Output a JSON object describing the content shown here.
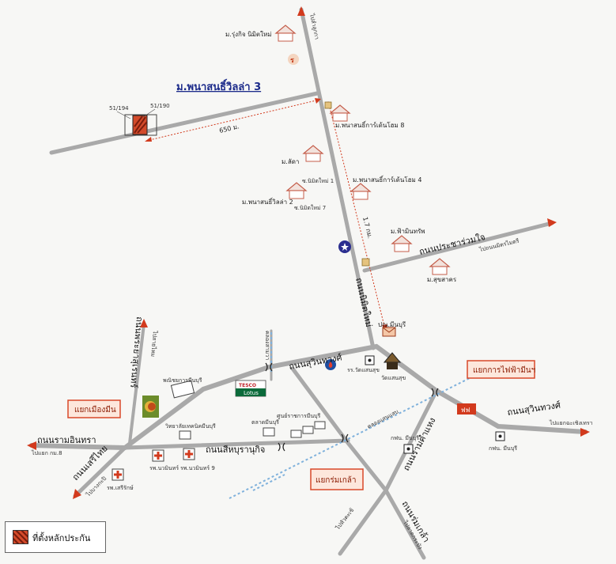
{
  "project": {
    "title": "ม.พนาสนธิ์วิลล่า 3",
    "plot_a": "51/194",
    "plot_b": "51/190",
    "dist_650": "650 ม.",
    "dist_17": "1.7 กม."
  },
  "villages": {
    "rungkit": "ม.รุ่งกิจ นิมิตใหม่",
    "panasonic_8": "ม.พนาสนธิ์การ์เด้นโฮม 8",
    "lada": "ม.ลัดา",
    "soi1": "ซ.นิมิตใหม่ 1",
    "panasonic_4": "ม.พนาสนธิ์การ์เด้นโฮม 4",
    "panasonic_villa2": "ม.พนาสนธิ์วิลล่า 2",
    "soi7": "ซ.นิมิตใหม่ 7",
    "fa_mintharo": "ม.ฟ้ามินทรัพ",
    "suksan": "ม.สุขสาคร"
  },
  "roads": {
    "nimit_mai": "ถนนนิมิตใหม่",
    "to_lamlukka": "ไปลำลูกกา",
    "pracharuammai": "ถนนประชาร่วมใจ",
    "to_nimit_mai_more": "ไปถนนมิตรไมตรี",
    "suwinthawong": "ถนนสุวินทวงศ์",
    "suwinthawong_2": "ถนนสุวินทวงศ์",
    "to_chachoengsao": "ไปแยกฉะเชิงเทรา",
    "ramindra": "ถนนรามอินทรา",
    "to_km8": "ไปแยก กม.8",
    "seri_thai": "ถนนเสรีไทย",
    "to_bangkapi": "ไปบางกะปิ",
    "sihaburanukit": "ถนนสีหบุรานุกิจ",
    "ram_khamhaeng": "ถนนรามคำแหง",
    "rom_klao": "ถนนร่มเกล้า",
    "to_lat_krabang": "ไปลาดกระบัง",
    "to_hua_mak": "ไปหัวตะเข้",
    "khlong_sam_wa": "คลองสามวา",
    "khlong_saen_saep": "คลองแสนแสบ",
    "phraya_suren": "ถนนพระยาสุเรนทร์",
    "to_sai_mai": "ไปสายไหม"
  },
  "landmarks": {
    "minburi_district": "ปณ.มีนบุรี",
    "wat_saensuk_school": "รร.วัดแสนสุข",
    "wat_saensuk": "วัดแสนสุข",
    "minburi_commerce": "พณิชยการมีนบุรี",
    "tech_college": "วิทยาลัยเทคนิคมีนบุรี",
    "tesco": "TESCO",
    "lotus": "Lotus",
    "talad_minburi": "ตลาดมีนบุรี",
    "gov_center": "ศูนย์ราชการมีนบุรี",
    "nawamin_hospital": "รพ.นวมินทร์",
    "nawamin9_hospital": "รพ.นวมินทร์ 9",
    "serirak_hospital": "รพ.เสรีรักษ์",
    "pea_minburi": "กฟน. มีนบุรี",
    "tot_minburi": "กฟน. มีนบุรี"
  },
  "callouts": {
    "muang_min": "แยกเมืองมีน",
    "pea_junction": "แยกการไฟฟ้ามีนฯ",
    "rom_klao_junction": "แยกร่มเกล้า"
  },
  "legend": {
    "label": "ที่ตั้งหลักประกัน"
  },
  "colors": {
    "road": "#a9a9a9",
    "accent_red": "#d23a1d",
    "callout_fill": "#fde7dc",
    "callout_border": "#d8492a",
    "canal": "#7fb1dc",
    "title_blue": "#1b2a8a"
  }
}
